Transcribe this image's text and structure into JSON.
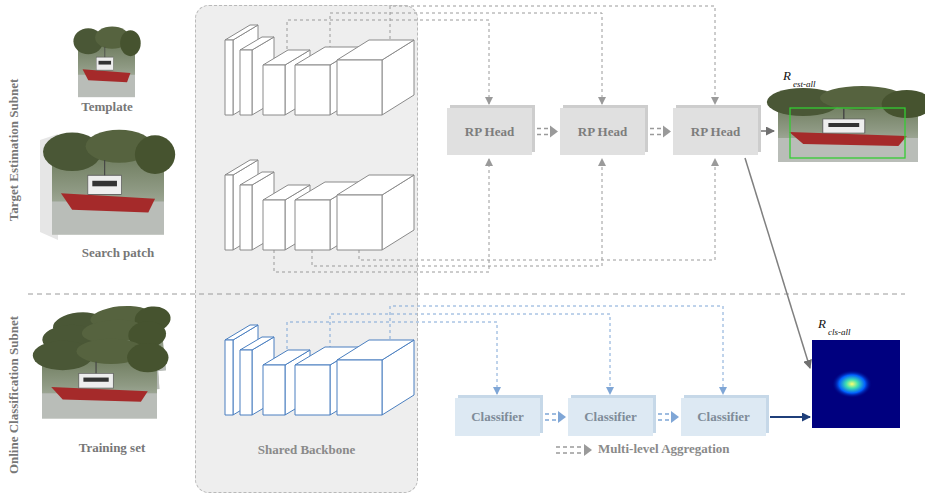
{
  "diagram": {
    "nodes": [
      {
        "text": [
          "Shared Backbone"
        ]
      },
      {
        "text": [
          "RP Head"
        ]
      },
      {
        "text": [
          "RP Head"
        ]
      },
      {
        "text": [
          "RP Head"
        ]
      },
      {
        "text": [
          "Classifier"
        ]
      },
      {
        "text": [
          "Classifier"
        ]
      },
      {
        "text": [
          "Classifier"
        ]
      }
    ],
    "edges": [
      {
        "from": 1,
        "to": 2,
        "arrow": "to"
      },
      {
        "from": 2,
        "to": 3,
        "arrow": "to"
      },
      {
        "from": 4,
        "to": 5,
        "arrow": "to"
      },
      {
        "from": 5,
        "to": 6,
        "arrow": "to"
      }
    ],
    "labels": [
      "Target Estimation Subnet",
      "Online Classification Subnet",
      "Template",
      "Search patch",
      "Training set",
      "R",
      "est-all",
      "R",
      "cls-all"
    ],
    "legend": [
      {
        "text": "Multi-level Aggregation"
      }
    ]
  }
}
